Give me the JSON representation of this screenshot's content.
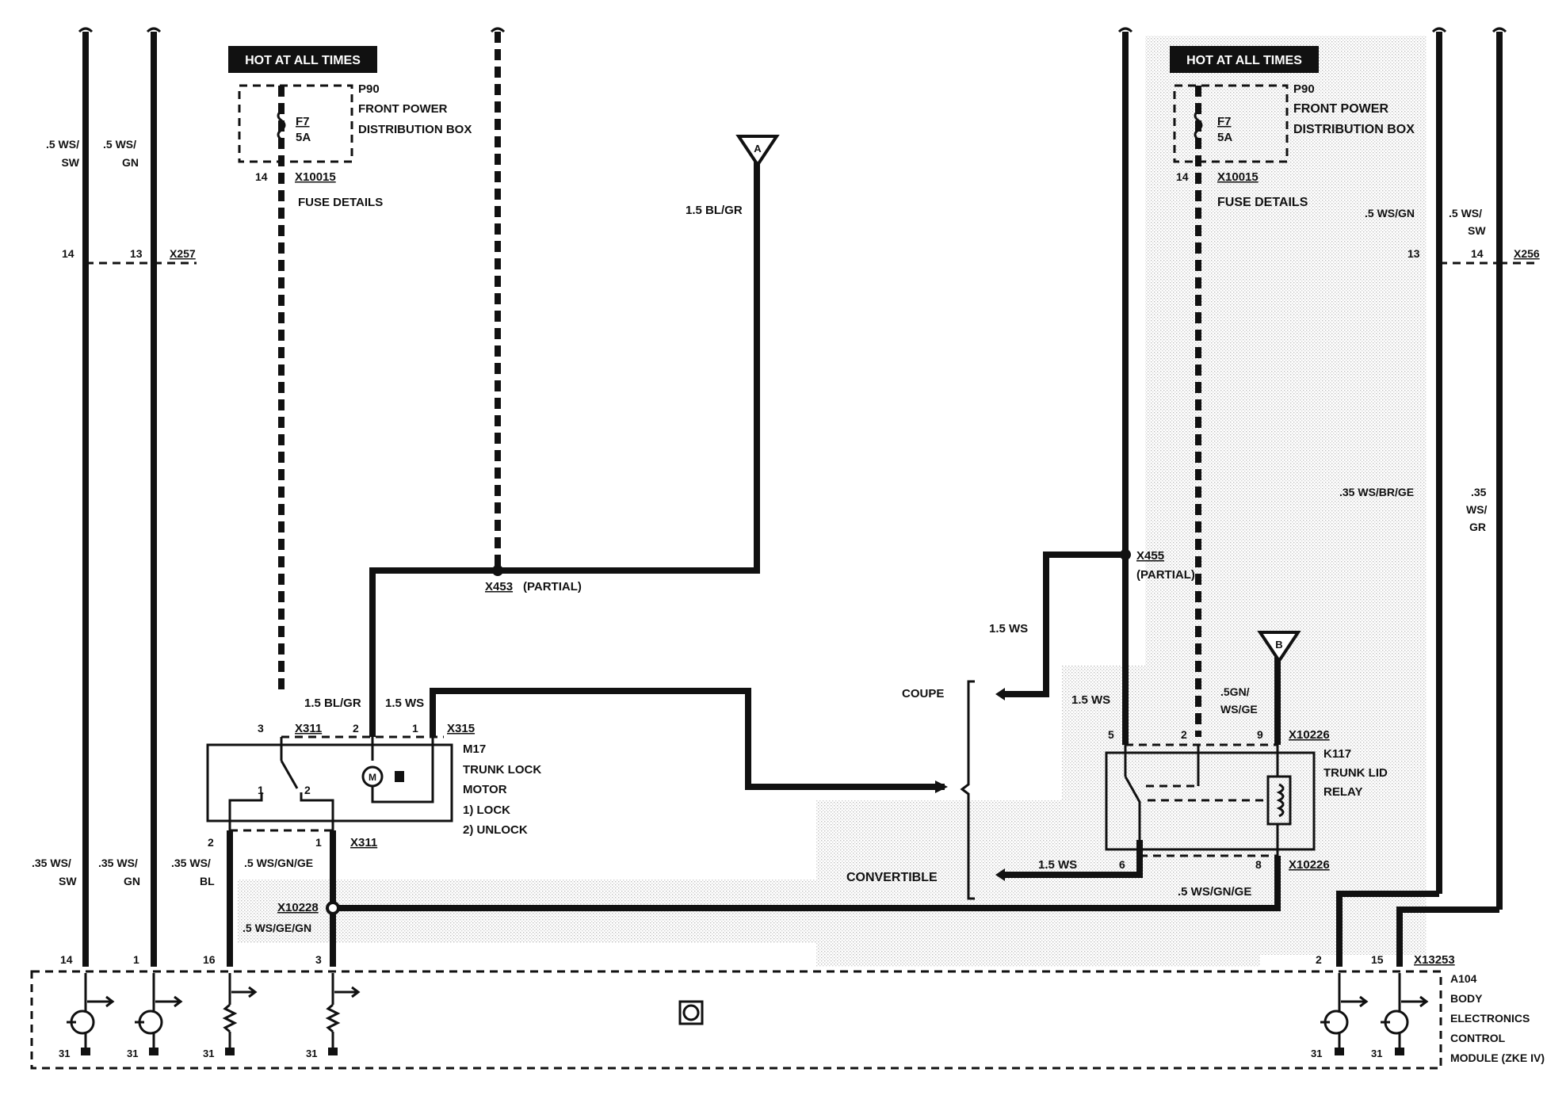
{
  "hot_label": "HOT AT ALL TIMES",
  "fuse_box": {
    "id": "P90",
    "line1": "FRONT POWER",
    "line2": "DISTRIBUTION BOX",
    "fuse": "F7",
    "rating": "5A",
    "pin": "14",
    "connector": "X10015",
    "details": "FUSE DETAILS"
  },
  "left": {
    "wire_ws_sw_top": [
      ".5 WS/",
      "SW"
    ],
    "wire_ws_gn_top": [
      ".5 WS/",
      "GN"
    ],
    "pin14": "14",
    "pin13": "13",
    "x257": "X257",
    "x453": "X453",
    "partial": "(PARTIAL)",
    "wire_bl_gr": "1.5 BL/GR",
    "wire_bl_gr_2": "1.5 BL/GR",
    "wire_ws": "1.5 WS",
    "motor_pins": [
      "3",
      "2",
      "1"
    ],
    "x311": "X311",
    "x315": "X315",
    "motor_id": "M17",
    "motor_name1": "TRUNK LOCK",
    "motor_name2": "MOTOR",
    "lock": "1)  LOCK",
    "unlock": "2)  UNLOCK",
    "switch_1": "1",
    "switch_2": "2",
    "bottom_pin2": "2",
    "bottom_pin1": "1",
    "x311_b": "X311",
    "wire_35_ws_sw": [
      ".35 WS/",
      "SW"
    ],
    "wire_35_ws_gn": [
      ".35 WS/",
      "GN"
    ],
    "wire_35_ws_bl": [
      ".35 WS/",
      "BL"
    ],
    "wire_5_ws_gn_ge": ".5 WS/GN/GE",
    "x10228": "X10228",
    "wire_5_ws_ge_gn": ".5 WS/GE/GN"
  },
  "connector_a": "A",
  "connector_b": "B",
  "motor_symbol": "M",
  "right": {
    "wire_5_ws_gn": ".5 WS/GN",
    "wire_5_ws_sw": [
      ".5 WS/",
      "SW"
    ],
    "pin13": "13",
    "pin14": "14",
    "x256": "X256",
    "wire_35_ws_br_ge": ".35 WS/BR/GE",
    "wire_35_ws_gr": [
      ".35",
      "WS/",
      "GR"
    ],
    "x455": "X455",
    "partial": "(PARTIAL)",
    "wire_15_ws": "1.5 WS",
    "coupe": "COUPE",
    "convertible": "CONVERTIBLE",
    "wire_15_ws_b": "1.5 WS",
    "wire_5gn": [
      ".5GN/",
      "WS/GE"
    ],
    "relay_pins_top": [
      "5",
      "2",
      "9"
    ],
    "x10226": "X10226",
    "relay_id": "K117",
    "relay_name1": "TRUNK LID",
    "relay_name2": "RELAY",
    "wire_15_ws_c": "1.5 WS",
    "relay_pins_bottom": [
      "6",
      "8"
    ],
    "x10226_b": "X10226",
    "wire_5_ws_gn_ge": ".5 WS/GN/GE"
  },
  "module": {
    "pins": [
      "14",
      "1",
      "16",
      "3",
      "2",
      "15"
    ],
    "connector": "X13253",
    "ground": "31",
    "id": "A104",
    "line1": "BODY",
    "line2": "ELECTRONICS",
    "line3": "CONTROL",
    "line4": "MODULE (ZKE IV)"
  }
}
